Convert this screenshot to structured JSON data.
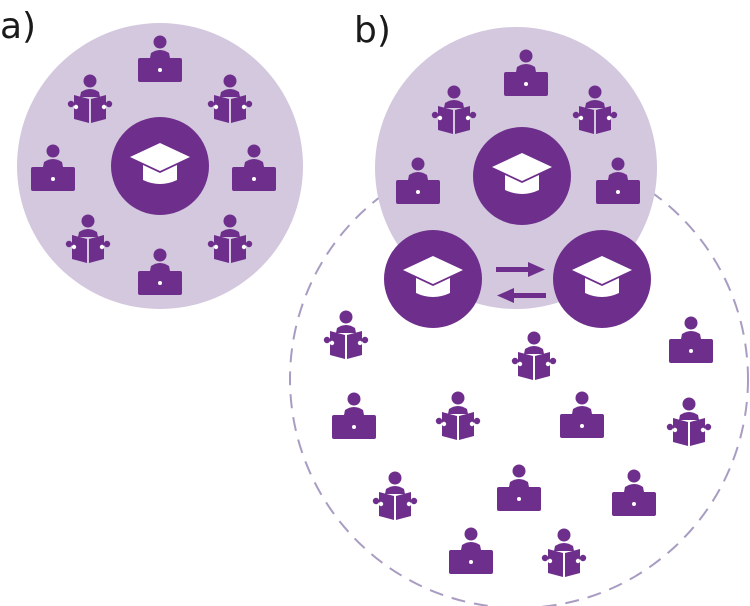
{
  "panels": [
    {
      "id": "a",
      "label": "a)"
    },
    {
      "id": "b",
      "label": "b)"
    }
  ],
  "colors": {
    "circle_fill": "#d3c8de",
    "accent": "#6e2f8c",
    "dashed_outline": "#a99cc2",
    "icon_detail": "#ffffff"
  },
  "icons": {
    "teacher": "graduation-cap-icon",
    "student_laptop": "student-laptop-icon",
    "student_book": "student-reading-icon",
    "exchange": "exchange-arrows-icon"
  }
}
